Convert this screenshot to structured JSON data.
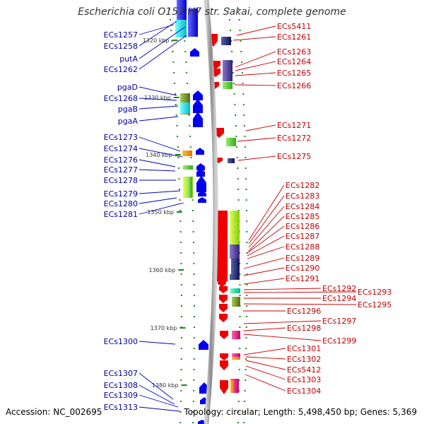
{
  "title": "Escherichia coli O157:H7 str. Sakai, complete genome",
  "accession": "Accession: NC_002695",
  "topology": "Topology: circular; Length: 5,498,450 bp; Genes: 5,369",
  "kbp_ticks": [
    "1320 kbp",
    "1330 kbp",
    "1340 kbp",
    "1350 kbp",
    "1360 kbp",
    "1370 kbp",
    "1380 kbp"
  ],
  "left_genes": [
    "ECs1257",
    "ECs1258",
    "putA",
    "ECs1262",
    "pgaD",
    "ECs1268",
    "pgaB",
    "pgaA",
    "ECs1273",
    "ECs1274",
    "ECs1276",
    "ECs1277",
    "ECs1278",
    "ECs1279",
    "ECs1280",
    "ECs1281",
    "ECs1300",
    "ECs1307",
    "ECs1308",
    "ECs1309",
    "ECs1313"
  ],
  "right_genes": [
    "ECs5411",
    "ECs1261",
    "ECs1263",
    "ECs1264",
    "ECs1265",
    "ECs1266",
    "ECs1271",
    "ECs1272",
    "ECs1275",
    "ECs1282",
    "ECs1283",
    "ECs1284",
    "ECs1285",
    "ECs1286",
    "ECs1287",
    "ECs1288",
    "ECs1289",
    "ECs1290",
    "ECs1291",
    "ECs1292",
    "ECs1293",
    "ECs1294",
    "ECs1295",
    "ECs1296",
    "ECs1297",
    "ECs1298",
    "ECs1299",
    "ECs1301",
    "ECs1302",
    "ECs5412",
    "ECs1303",
    "ECs1304"
  ],
  "colors": {
    "forward_strand": "#ee0000",
    "reverse_strand": "#0000ee",
    "backbone": "#9a9a9a",
    "tick": "#1a8a1a"
  }
}
